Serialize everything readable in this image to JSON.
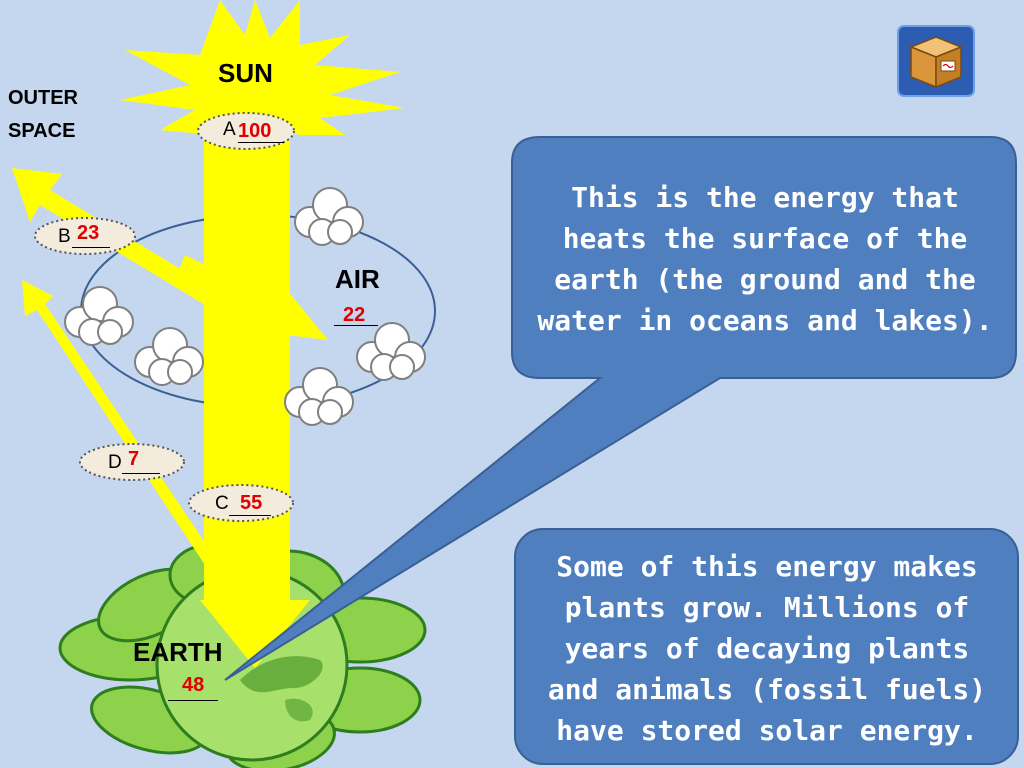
{
  "labels": {
    "sun": "SUN",
    "outer_space_line1": "OUTER",
    "outer_space_line2": "SPACE",
    "air": "AIR",
    "earth": "EARTH"
  },
  "flows": {
    "a": {
      "letter": "A",
      "value": "100"
    },
    "b": {
      "letter": "B",
      "value": "23"
    },
    "c": {
      "letter": "C",
      "value": "55"
    },
    "d": {
      "letter": "D",
      "value": "7"
    },
    "air_value": "22",
    "earth_value": "48"
  },
  "callouts": {
    "top": {
      "line1": "This is the energy that",
      "line2": "heats the surface of the",
      "line3": "earth (the ground and the",
      "line4": "water in oceans and lakes)."
    },
    "bottom": {
      "line1": "Some of this energy makes",
      "line2": "plants grow. Millions of",
      "line3": "years of decaying plants",
      "line4": "and animals (fossil fuels)",
      "line5": "have stored solar energy."
    }
  },
  "colors": {
    "background": "#c5d6ef",
    "sun_and_arrows": "#ffff00",
    "callout_fill": "#4f7fbf",
    "callout_border": "#3a5f95",
    "value_red": "#e00000",
    "earth_green": "#8dd24a"
  },
  "icons": [
    "sun-icon",
    "cloud-icon",
    "earth-icon",
    "box-icon"
  ]
}
